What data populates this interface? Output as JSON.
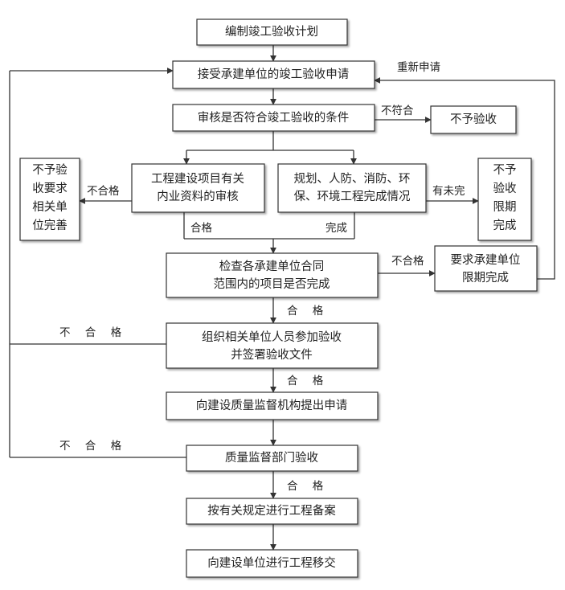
{
  "nodes": {
    "n1": "编制竣工验收计划",
    "n2": "接受承建单位的竣工验收申请",
    "n3": "审核是否符合竣工验收的条件",
    "n4": "不予验收",
    "n5": [
      "工程建设项目有关",
      "内业资料的审核"
    ],
    "n6": [
      "规划、人防、消防、环",
      "保、环境工程完成情况"
    ],
    "n7": [
      "不予验",
      "收要求",
      "相关单",
      "位完善"
    ],
    "n8": [
      "不予",
      "验收",
      "限期",
      "完成"
    ],
    "n9": [
      "检查各承建单位合同",
      "范围内的项目是否完成"
    ],
    "n10": [
      "要求承建单位",
      "限期完成"
    ],
    "n11": [
      "组织相关单位人员参加验收",
      "并签署验收文件"
    ],
    "n12": "向建设质量监督机构提出申请",
    "n13": "质量监督部门验收",
    "n14": "按有关规定进行工程备案",
    "n15": "向建设单位进行工程移交"
  },
  "labels": {
    "reapply": "重新申请",
    "not_conform": "不符合",
    "unqualified": "不合格",
    "unfinished": "有未完",
    "qualified": "合格",
    "completed": "完成",
    "qualified_spaced": "合 格",
    "unqualified_spaced": "不 合 格"
  }
}
